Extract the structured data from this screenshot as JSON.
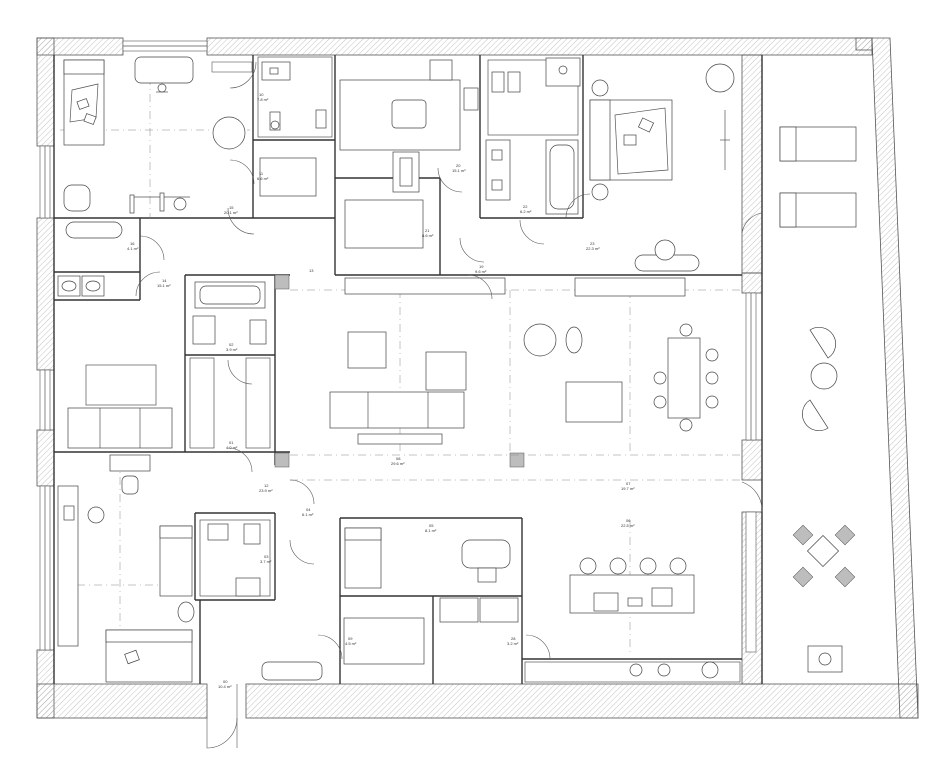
{
  "rooms": [
    {
      "id": "r10",
      "no": "10",
      "area": "7.8 m²"
    },
    {
      "id": "r11",
      "no": "11",
      "area": "6.6 m²"
    },
    {
      "id": "r15",
      "no": "15",
      "area": "20.1 m²"
    },
    {
      "id": "r16",
      "no": "16",
      "area": "4.1 m²"
    },
    {
      "id": "r14",
      "no": "14",
      "area": "15.1 m²"
    },
    {
      "id": "r13",
      "no": "13",
      "area": ""
    },
    {
      "id": "r20",
      "no": "20",
      "area": "15.1 m²"
    },
    {
      "id": "r21",
      "no": "21",
      "area": "8.6 m²"
    },
    {
      "id": "r22",
      "no": "22",
      "area": "6.2 m²"
    },
    {
      "id": "r19",
      "no": "19",
      "area": "9.6 m²"
    },
    {
      "id": "r23",
      "no": "23",
      "area": "22.3 m²"
    },
    {
      "id": "r02",
      "no": "02",
      "area": "3.9 m²"
    },
    {
      "id": "r01",
      "no": "01",
      "area": "4.0 m²"
    },
    {
      "id": "r08",
      "no": "08",
      "area": "29.6 m²"
    },
    {
      "id": "r07",
      "no": "07",
      "area": "19.7 m²"
    },
    {
      "id": "r12",
      "no": "12",
      "area": "23.9 m²"
    },
    {
      "id": "r04",
      "no": "04",
      "area": "6.1 m²"
    },
    {
      "id": "r03",
      "no": "03",
      "area": "3.7 m²"
    },
    {
      "id": "r05",
      "no": "05",
      "area": "8.1 m²"
    },
    {
      "id": "r06",
      "no": "06",
      "area": "22.5 m²"
    },
    {
      "id": "r09",
      "no": "09",
      "area": "4.5 m²"
    },
    {
      "id": "r28",
      "no": "28",
      "area": "3.2 m²"
    },
    {
      "id": "r00",
      "no": "00",
      "area": "10.4 m²"
    }
  ]
}
